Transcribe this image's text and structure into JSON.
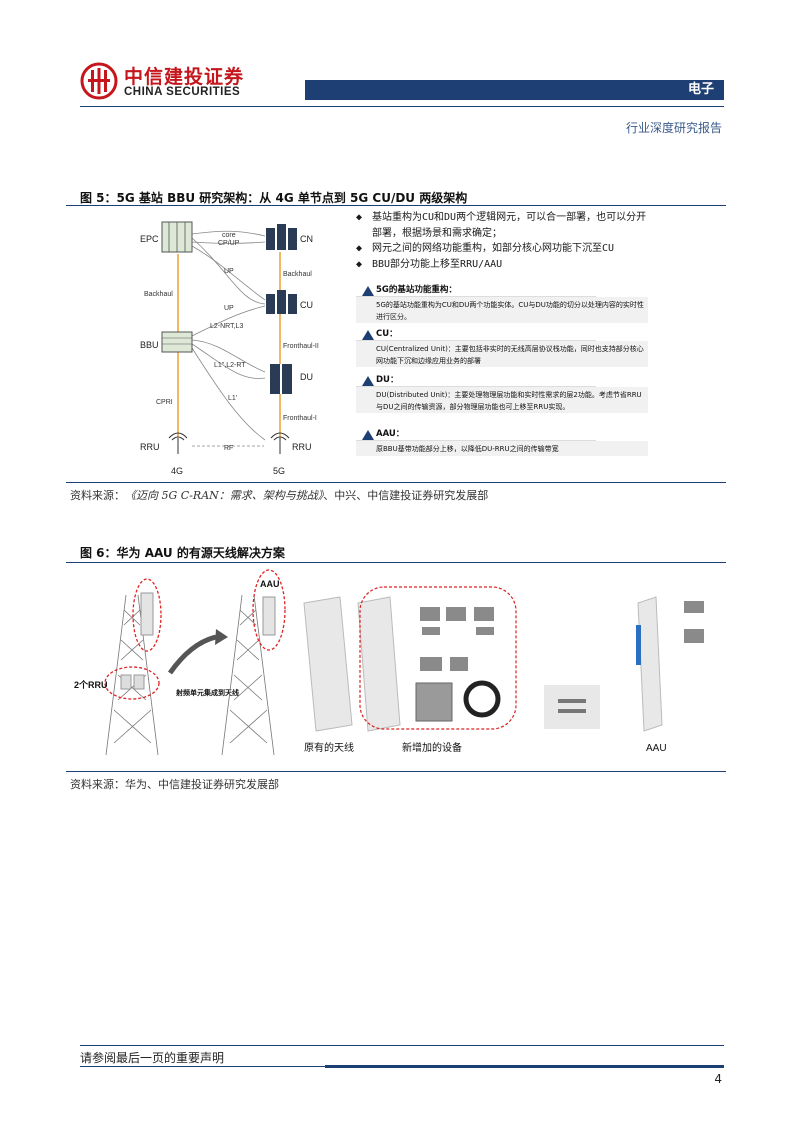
{
  "header": {
    "company_cn": "中信建投证券",
    "company_en": "CHINA SECURITIES",
    "section": "电子",
    "report_type": "行业深度研究报告"
  },
  "figure5": {
    "title": "图 5：5G 基站 BBU 研究架构：从 4G 单节点到 5G CU/DU 两级架构",
    "source_prefix": "资料来源：",
    "source_italic": "《迈向 5G C-RAN：需求、架构与挑战》",
    "source_suffix": "、中兴、中信建投证券研究发展部",
    "diagram": {
      "nodes": {
        "epc": "EPC",
        "bbu": "BBU",
        "rru_left": "RRU",
        "cn": "CN",
        "cu": "CU",
        "du": "DU",
        "rru_right": "RRU"
      },
      "links": {
        "backhaul_left": "Backhaul",
        "cpri": "CPRI",
        "backhaul_right": "Backhaul",
        "fronthaul_ii": "Fronthaul-II",
        "fronthaul_i": "Fronthaul-I",
        "core": "core",
        "cp_up": "CP/UP",
        "up1": "UP",
        "up2": "UP",
        "l2nrt": "L2-NRT,L3",
        "l1l2rt": "L1\",L2-RT",
        "l1": "L1'",
        "rf": "RF"
      },
      "generations": {
        "left": "4G",
        "right": "5G"
      }
    },
    "bullets": [
      "基站重构为CU和DU两个逻辑网元，可以合一部署，也可以分开部署，根据场景和需求确定；",
      "网元之间的网络功能重构，如部分核心网功能下沉至CU",
      "BBU部分功能上移至RRU/AAU"
    ],
    "callouts": [
      {
        "head": "5G的基站功能重构：",
        "body": "5G的基站功能重构为CU和DU两个功能实体。CU与DU功能的切分以处理内容的实时性进行区分。"
      },
      {
        "head": "CU：",
        "body": "CU(Centralized Unit)：主要包括非实时的无线高层协议栈功能，同时也支持部分核心网功能下沉和边缘应用业务的部署"
      },
      {
        "head": "DU：",
        "body": "DU(Distributed Unit)：主要处理物理层功能和实时性需求的层2功能。考虑节省RRU与DU之间的传输资源，部分物理层功能也可上移至RRU实现。"
      },
      {
        "head": "AAU：",
        "body": "原BBU基带功能部分上移，以降低DU-RRU之间的传输带宽"
      }
    ]
  },
  "figure6": {
    "title": "图 6：华为 AAU 的有源天线解决方案",
    "source": "资料来源：华为、中信建投证券研究发展部",
    "labels": {
      "aau_top": "AAU",
      "two_rru": "2个RRU",
      "integrate": "射频单元集成到天线",
      "original_antenna": "原有的天线",
      "new_equipment": "新增加的设备",
      "aau_bottom": "AAU"
    }
  },
  "footer": {
    "disclaimer": "请参阅最后一页的重要声明",
    "page": "4"
  },
  "colors": {
    "brand_red": "#c4161c",
    "navy": "#1e3f73",
    "orange_link": "#f0a030"
  }
}
